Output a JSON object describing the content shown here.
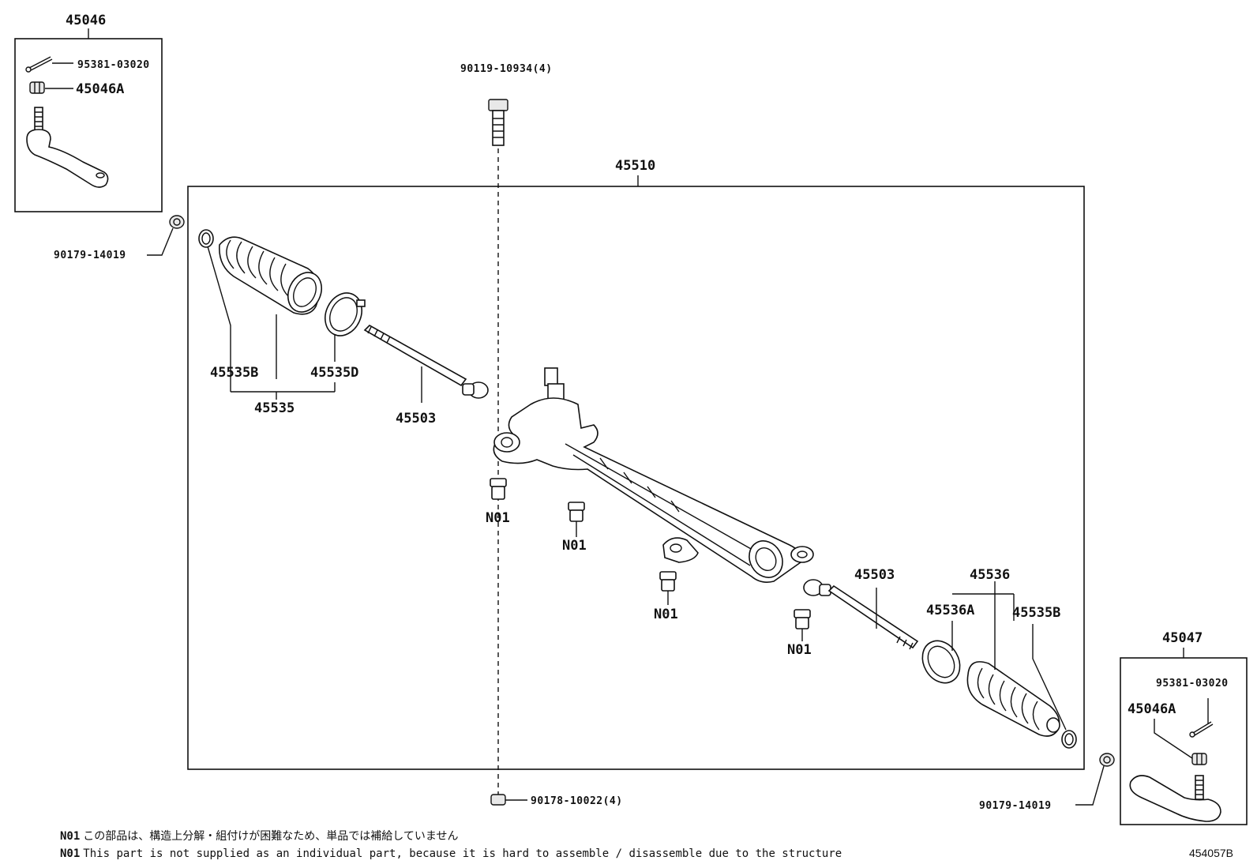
{
  "labels": {
    "tie_rod_end_left": "45046",
    "cotter_pin_left": "95381-03020",
    "nut_left": "45046A",
    "nut_outer_left": "90179-14019",
    "bolt_top": "90119-10934(4)",
    "rack_assembly": "45510",
    "clamp_b_left": "45535B",
    "clamp_d_left": "45535D",
    "boot_kit_left": "45535",
    "inner_rod_left": "45503",
    "bushing_a": "N01",
    "bushing_b": "N01",
    "bushing_c": "N01",
    "bushing_d": "N01",
    "inner_rod_right": "45503",
    "boot_kit_right": "45536",
    "clamp_a_right": "45536A",
    "clamp_b_right": "45535B",
    "tie_rod_end_right": "45047",
    "cotter_pin_right": "95381-03020",
    "nut_right": "45046A",
    "nut_outer_right": "90179-14019",
    "nut_bottom": "90178-10022(4)"
  },
  "notes": {
    "code": "N01",
    "jp": "この部品は、構造上分解・組付けが困難なため、単品では補給していません",
    "en": "This part is not supplied as an individual part, because it is hard to assemble / disassemble due to the structure"
  },
  "figure_id": "454057B"
}
